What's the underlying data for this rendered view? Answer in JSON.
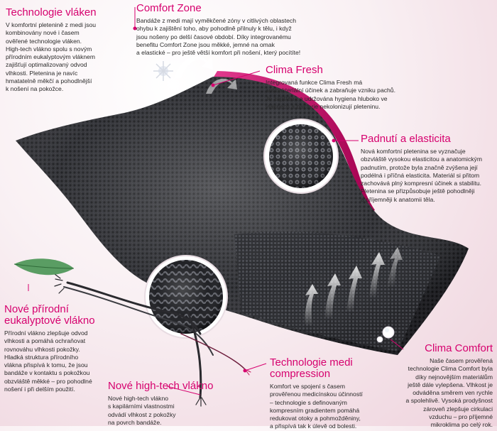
{
  "sections": {
    "technologie_vlaken": {
      "title": "Technologie vláken",
      "lines": [
        "V komfortní pletenině z medi jsou",
        "kombinovány nové i časem",
        "ověřené technologie vláken.",
        "High-tech vlákno spolu s novým",
        "přírodním eukalyptovým vláknem",
        "zajišťují optimalizovaný odvod",
        "vlhkosti. Pletenina je navíc",
        "hmatatelně měkčí a pohodlnější",
        "k nošení na pokožce."
      ]
    },
    "comfort_zone": {
      "title": "Comfort Zone",
      "lines": [
        "Bandáže z medi mají vyměkčené zóny v citlivých oblastech",
        "ohybu k zajištění toho, aby pohodlně přilnuly k tělu, i když",
        "jsou nošeny po delší časové období. Díky integrovanému",
        "benefitu Comfort Zone jsou měkké, jemné na omak",
        "a elastické – pro ještě větší komfort při nošení, který pocítíte!"
      ]
    },
    "clima_fresh": {
      "title": "Clima Fresh",
      "lines": [
        "Integrovaná funkce Clima Fresh má",
        "antibakteriální účinek a zabraňuje vzniku pachů.",
        "Je zajištěna a udržována hygiena hluboko ve",
        "vláknech a bakterie nekolonizují pleteninu."
      ]
    },
    "padnuti": {
      "title": "Padnutí a elasticita",
      "lines": [
        "Nová komfortní pletenina se vyznačuje",
        "obzvláště vysokou elasticitou a anatomickým",
        "padnutím, protože byla značně zvýšena její",
        "podélná i příčná elasticita. Materiál si přitom",
        "zachovává plný kompresní účinek a stabilitu.",
        "Pletenina se přizpůsobuje ještě pohodlněji",
        "a příjemněji k anatomii těla."
      ]
    },
    "eukalyptove": {
      "title_lines": [
        "Nové přírodní",
        "eukalyptové vlákno"
      ],
      "lines": [
        "Přírodní vlákno zlepšuje odvod",
        "vlhkosti a pomáhá ochraňovat",
        "rovnováhu vlhkosti pokožky.",
        "Hladká struktura přírodního",
        "vlákna přispívá k tomu, že jsou",
        "bandáže v kontaktu s pokožkou",
        "obzvláště měkké – pro pohodlné",
        "nošení i při delším použití."
      ]
    },
    "hightech": {
      "title": "Nové high-tech vlákno",
      "lines": [
        "Nové high-tech vlákno",
        "s kapilárními vlastnostmi",
        "odvádí vlhkost z pokožky",
        "na povrch bandáže."
      ]
    },
    "medi_compression": {
      "title_lines": [
        "Technologie medi",
        "compression"
      ],
      "lines": [
        "Komfort ve spojení s časem",
        "prověřenou medicínskou účinností",
        "– technologie s definovaným",
        "kompresním gradientem pomáhá",
        "redukovat otoky a pohmožděniny,",
        "a přispívá tak k úlevě od bolesti."
      ]
    },
    "clima_comfort": {
      "title": "Clima Comfort",
      "lines": [
        "Naše časem prověřená",
        "technologie Clima Comfort byla",
        "díky nejnovějším materiálům",
        "ještě dále vylepšena. Vlhkost je",
        "odváděna směrem ven rychle",
        "a spolehlivě. Vysoká prodyšnost",
        "zároveň zlepšuje cirkulaci",
        "vzduchu – pro příjemné",
        "mikroklima po celý rok."
      ]
    }
  },
  "colors": {
    "accent": "#d6006e",
    "fabric": "#2b2c30",
    "text": "#2a2a2a"
  },
  "icons": [
    "fabric-sheet-illustration",
    "eucalyptus-leaf-icon",
    "magnifier-circle-icon",
    "airflow-arrows-icon",
    "water-droplet-icon",
    "snowflake-icon"
  ]
}
